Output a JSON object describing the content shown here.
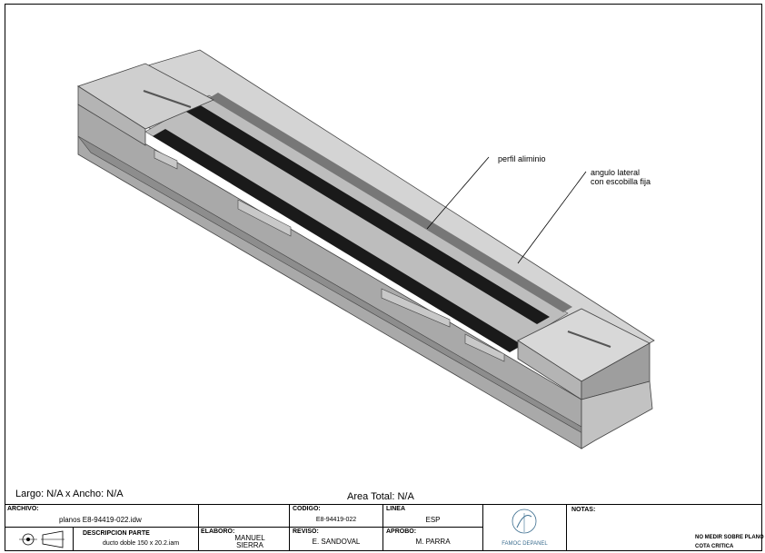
{
  "callouts": {
    "perfil": "perfil aliminio",
    "angulo": "angulo lateral\ncon escobilla fija"
  },
  "dimensions": {
    "largo_ancho": "Largo: N/A x Ancho: N/A",
    "area_total": "Area Total: N/A"
  },
  "title_block": {
    "archivo_label": "ARCHIVO:",
    "archivo_value": "planos E8-94419-022.idw",
    "descripcion_label": "DESCRIPCION PARTE",
    "descripcion_value": "ducto doble 150 x 20.2.iam",
    "codigo_label": "CODIGO:",
    "codigo_value": "E8-94419-022",
    "linea_label": "LINEA",
    "linea_value": "ESP",
    "elaboro_label": "ELABORO:",
    "elaboro_value": "MANUEL\nSIERRA",
    "reviso_label": "REVISO:",
    "reviso_value": "E. SANDOVAL",
    "aprobo_label": "APROBO:",
    "aprobo_value": "M. PARRA",
    "logo_text": "FAMOC DEPANEL",
    "notas_label": "NOTAS:",
    "nota_1": "NO MEDIR SOBRE PLANO",
    "nota_2": "COTA CRITICA"
  },
  "colors": {
    "lid": "#c9c9c9",
    "body_light": "#d4d4d4",
    "body_dark": "#8d8d8d",
    "rail": "#1a1a1a",
    "logo": "#3b6d8f"
  }
}
